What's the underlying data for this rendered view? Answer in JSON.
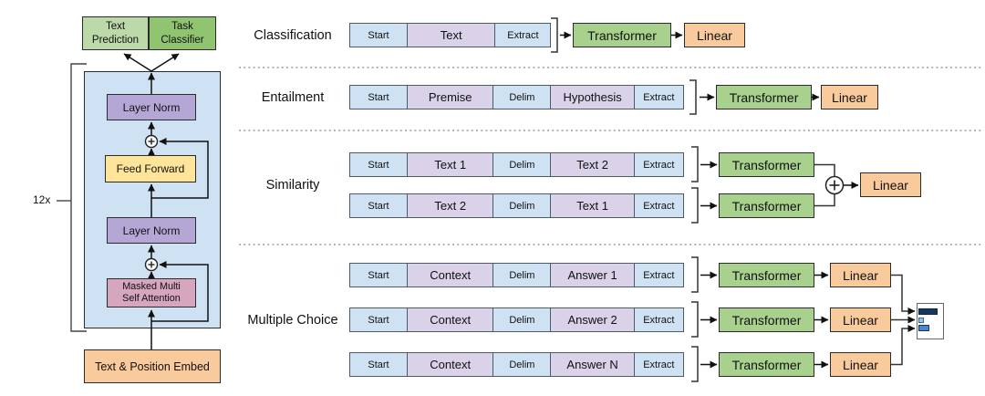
{
  "figure": {
    "left_diagram": {
      "repeat_label": "12x",
      "text_prediction_label": "Text Prediction",
      "task_classifier_label": "Task Classifier",
      "layer_norm_top_label": "Layer Norm",
      "feed_forward_label": "Feed Forward",
      "layer_norm_bottom_label": "Layer Norm",
      "masked_attention_label": "Masked Multi Self Attention",
      "embed_label": "Text & Position Embed"
    },
    "tasks": [
      {
        "label": "Classification",
        "strips": [
          [
            "Start",
            "Text",
            "Extract"
          ]
        ],
        "transformers": [
          "Transformer"
        ],
        "linears": [
          "Linear"
        ]
      },
      {
        "label": "Entailment",
        "strips": [
          [
            "Start",
            "Premise",
            "Delim",
            "Hypothesis",
            "Extract"
          ]
        ],
        "transformers": [
          "Transformer"
        ],
        "linears": [
          "Linear"
        ]
      },
      {
        "label": "Similarity",
        "strips": [
          [
            "Start",
            "Text 1",
            "Delim",
            "Text 2",
            "Extract"
          ],
          [
            "Start",
            "Text 2",
            "Delim",
            "Text 1",
            "Extract"
          ]
        ],
        "transformers": [
          "Transformer",
          "Transformer"
        ],
        "linears": [
          "Linear"
        ]
      },
      {
        "label": "Multiple Choice",
        "strips": [
          [
            "Start",
            "Context",
            "Delim",
            "Answer 1",
            "Extract"
          ],
          [
            "Start",
            "Context",
            "Delim",
            "Answer 2",
            "Extract"
          ],
          [
            "Start",
            "Context",
            "Delim",
            "Answer N",
            "Extract"
          ]
        ],
        "transformers": [
          "Transformer",
          "Transformer",
          "Transformer"
        ],
        "linears": [
          "Linear",
          "Linear",
          "Linear"
        ]
      }
    ],
    "colors": {
      "token_blue": "#cfe2f3",
      "token_purple": "#d9d2e9",
      "transformer_green": "#a9d18e",
      "linear_orange": "#f9cb9c",
      "text_prediction_green": "#bcd9a9",
      "task_classifier_green": "#90c471",
      "layer_norm_purple": "#b4a7d6",
      "feed_forward_yellow": "#ffe599",
      "attention_pink": "#d5a6bd",
      "embed_orange": "#f9cb9c",
      "container_blue": "#cfe2f3",
      "dist_bar_dark": "#17375e",
      "dist_bar_light": "#9dc3e6",
      "dist_bar_mid": "#4a86c8"
    }
  }
}
